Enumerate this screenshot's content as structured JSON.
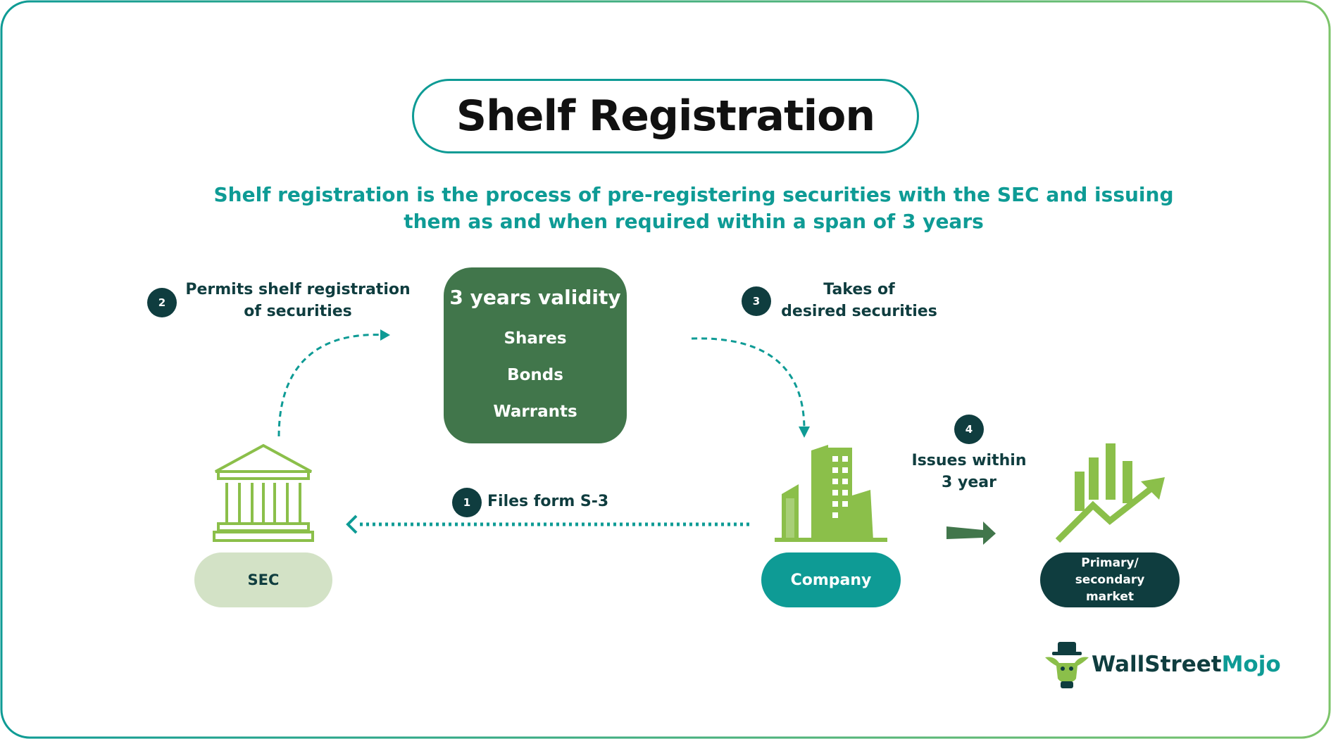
{
  "title": "Shelf Registration",
  "subtitle": "Shelf registration is the process of pre-registering securities with the SEC and issuing them as and when required within a span of 3 years",
  "validity": {
    "heading": "3 years validity",
    "items": [
      "Shares",
      "Bonds",
      "Warrants"
    ]
  },
  "steps": [
    {
      "number": "1",
      "text": "Files form S-3"
    },
    {
      "number": "2",
      "text_line1": "Permits shelf registration",
      "text_line2": "of securities"
    },
    {
      "number": "3",
      "text_line1": "Takes of",
      "text_line2": "desired securities"
    },
    {
      "number": "4",
      "text_line1": "Issues within",
      "text_line2": "3 year"
    }
  ],
  "nodes": {
    "sec": "SEC",
    "company": "Company",
    "market_line1": "Primary/ secondary",
    "market_line2": "market"
  },
  "brand": {
    "part1": "WallStreet",
    "part2": "Mojo"
  },
  "colors": {
    "teal": "#0e9b95",
    "dark_teal": "#0f3d3f",
    "green": "#41764b",
    "light_green": "#8bbf4a",
    "pale_green": "#d3e2c6"
  },
  "icons": [
    "bank-icon",
    "buildings-icon",
    "growth-chart-icon",
    "bull-logo-icon"
  ]
}
